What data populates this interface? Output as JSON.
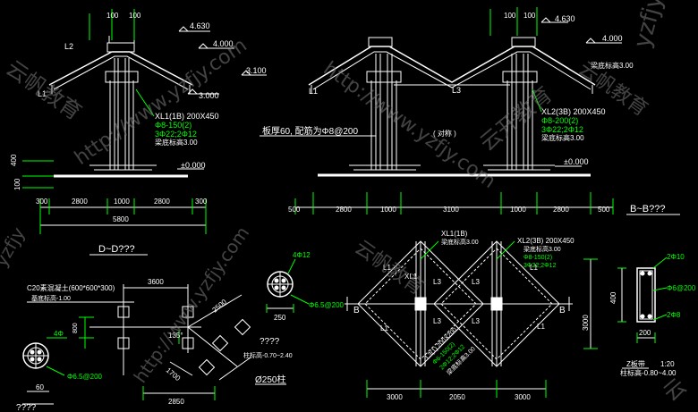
{
  "top_left": {
    "dims_top": [
      "100",
      "100"
    ],
    "elev_4630": "4.630",
    "elev_4000": "4.000",
    "elev_3100": "3.100",
    "elev_3000": "3.000",
    "label_l2": "L2",
    "label_l1": "L1",
    "beam": "XL1(1B) 200X450",
    "beam_stirrup": "Φ8-150(2)",
    "beam_bars": "3Φ22;2Φ12",
    "beam_elev": "梁底标高3.00",
    "elev_0": "±0.000",
    "dim_400": "400",
    "dim_100": "100",
    "dims_bottom": [
      "300",
      "2800",
      "1000",
      "2800",
      "300"
    ],
    "dim_total": "5800",
    "section_title": "D~D???"
  },
  "top_right": {
    "dims_top": [
      "100",
      "100"
    ],
    "elev_4630": "4.630",
    "elev_4000": "4.000",
    "elev_300": "梁底标高3.00",
    "label_l1": "L1",
    "label_l3": "L3",
    "beam": "XL2(3B) 200X450",
    "beam_stirrup": "Φ8-200(2)",
    "beam_bars": "3Φ22;2Φ12",
    "beam_elev": "梁底标高3.00",
    "slab_note": "板厚60, 配筋为Φ8@200",
    "center_note": "( 对称 )",
    "elev_0": "±0.000",
    "dims_bottom": [
      "500",
      "2800",
      "1000",
      "3100",
      "1000",
      "2800",
      "500"
    ],
    "section_title": "B~B???"
  },
  "bottom_left": {
    "footing": "C20素混凝土(600*600*300)",
    "footing_elev": "基底标高-1.00",
    "dim_3600": "3600",
    "dim_2500": "2500",
    "dim_1700": "1700",
    "dim_2850": "2850",
    "dim_800": "800",
    "angle_135": "135°",
    "rebar_4": "4Φ",
    "ring": "Φ6.5@200",
    "dim_60": "60",
    "col_note": "Ø250柱",
    "col_elev": "柱标高-0.70~2.40",
    "plan_title": "????"
  },
  "col_detail": {
    "rebar": "4Φ12",
    "ring": "Φ6.5@200",
    "dim": "250",
    "title": "????"
  },
  "plan": {
    "xl1": "XL1(1B)",
    "xl1_elev": "梁底标高3.00",
    "xl2": "XL2(3B) 200X450",
    "xl2_elev": "梁底标高3.00",
    "xl2_stirrup": "Φ8-150(2)",
    "xl2_bars": "3Φ22;2Φ12",
    "l1": "L1",
    "l3": "L3",
    "xl1_tag": "XL1",
    "b": "B",
    "beam_3": "L3(1) 200X200",
    "beam_3_stirrup": "Φ6-150(2)",
    "beam_3_bars": "2Φ12;2Φ12",
    "beam_3_elev": "梁底标高3.00",
    "dims": [
      "3000",
      "2050",
      "3000"
    ],
    "dim_3000v": "3000"
  },
  "z_detail": {
    "top_bar": "2Φ10",
    "stirrup": "Φ6@200",
    "bottom_bar": "2Φ8",
    "dim_400": "400",
    "dim_200": "200",
    "title": "Z板带",
    "scale": "1:20",
    "elev": "柱标高-0.80~4.00"
  },
  "watermarks": [
    "yzfjy",
    "http://www.yzfjy.com",
    "http://www.yzfjy.com",
    "云开教育",
    "云帆教育",
    "http://www.yzfjy.com",
    "云帆教育",
    "yzfjy",
    "云",
    "云帆教育"
  ],
  "colors": {
    "line": "#ffffff",
    "accent": "#00ff00",
    "bg": "#000000"
  }
}
